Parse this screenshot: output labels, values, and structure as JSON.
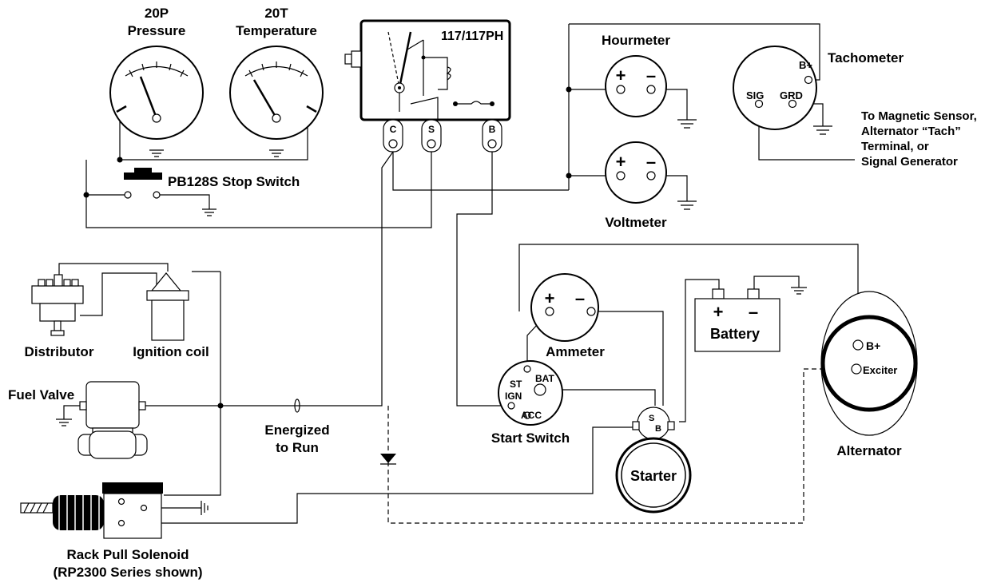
{
  "gauges": {
    "pressure": {
      "code": "20P",
      "name": "Pressure"
    },
    "temperature": {
      "code": "20T",
      "name": "Temperature"
    }
  },
  "controller": {
    "name": "117/117PH",
    "terminals": [
      "C",
      "S",
      "B"
    ]
  },
  "stop_switch": {
    "label": "PB128S Stop Switch"
  },
  "hourmeter": {
    "label": "Hourmeter",
    "plus": "+",
    "minus": "–"
  },
  "voltmeter": {
    "label": "Voltmeter",
    "plus": "+",
    "minus": "–"
  },
  "tachometer": {
    "label": "Tachometer",
    "terminals": {
      "bplus": "B+",
      "sig": "SIG",
      "grd": "GRD"
    }
  },
  "sensor_note": {
    "lines": [
      "To Magnetic Sensor,",
      "Alternator “Tach”",
      "Terminal, or",
      "Signal Generator"
    ]
  },
  "distributor": {
    "label": "Distributor"
  },
  "ignition_coil": {
    "label": "Ignition coil"
  },
  "fuel_valve": {
    "label": "Fuel Valve"
  },
  "energized": {
    "lines": [
      "Energized",
      "to Run"
    ]
  },
  "ammeter": {
    "label": "Ammeter",
    "plus": "+",
    "minus": "–"
  },
  "battery": {
    "label": "Battery",
    "plus": "+",
    "minus": "–"
  },
  "start_switch": {
    "label": "Start Switch",
    "terminals": {
      "st": "ST",
      "bat": "BAT",
      "ign": "IGN",
      "acc": "ACC"
    }
  },
  "starter": {
    "label": "Starter",
    "terminals": {
      "s": "S",
      "b": "B"
    }
  },
  "alternator": {
    "label": "Alternator",
    "terminals": {
      "bplus": "B+",
      "exciter": "Exciter"
    }
  },
  "solenoid": {
    "lines": [
      "Rack Pull Solenoid",
      "(RP2300 Series shown)"
    ]
  }
}
